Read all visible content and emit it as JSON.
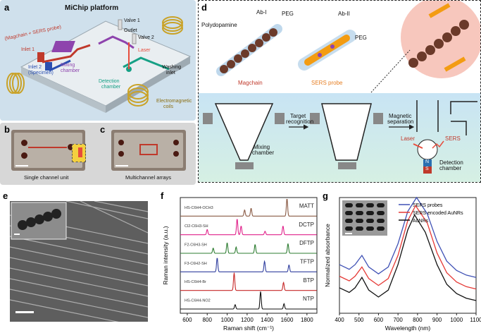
{
  "panel_letters": {
    "a": "a",
    "b": "b",
    "c": "c",
    "d": "d",
    "e": "e",
    "f": "f",
    "g": "g"
  },
  "panel_a": {
    "title": "MiChip platform",
    "labels": {
      "inlet1": "Inlet 1",
      "inlet1_sub": "(Magchain + SERS probe)",
      "inlet2": "Inlet 2",
      "inlet2_sub": "(Specimen)",
      "mixing": "Mixing",
      "chamber": "chamber",
      "valve1": "Valve 1",
      "valve2": "Valve 2",
      "outlet": "Outlet",
      "laser": "Laser",
      "washing": "Washing",
      "inlet": "inlet",
      "detection": "Detection",
      "detection_chamber": "chamber",
      "electromagnetic": "Electromagnetic",
      "coils": "coils"
    }
  },
  "panel_b": {
    "caption": "Single channel unit"
  },
  "panel_c": {
    "caption": "Multichannel arrays"
  },
  "panel_d": {
    "labels": {
      "polydopamine": "Polydopamine",
      "ab1": "Ab-I",
      "peg1": "PEG",
      "ab2": "Ab-II",
      "peg2": "PEG",
      "magchain": "Magchain",
      "sers_probe": "SERS probe",
      "target_recognition_1": "Target",
      "target_recognition_2": "recognition",
      "magnetic_separation_1": "Magnetic",
      "magnetic_separation_2": "separation",
      "mixing_chamber_1": "Mixing",
      "mixing_chamber_2": "chamber",
      "laser": "Laser",
      "sers": "SERS",
      "detection_chamber_1": "Detection",
      "detection_chamber_2": "chamber",
      "magnet_n": "N",
      "magnet_s": "S"
    }
  },
  "colors": {
    "magchain": "#c0392b",
    "sers": "#e67e22",
    "mixing": "#8e44ad",
    "detection": "#16a085",
    "inlet": "#c0392b",
    "laser": "#e74c3c",
    "coil": "#c9a227"
  },
  "chart_data": [
    {
      "type": "line",
      "id": "f",
      "title": "",
      "xlabel": "Raman shift (cm⁻¹)",
      "ylabel": "Raman intensity (a.u.)",
      "xlim": [
        530,
        1900
      ],
      "x_ticks": [
        600,
        800,
        1000,
        1200,
        1400,
        1600,
        1800
      ],
      "y_ticks_visible": false,
      "series": [
        {
          "name": "MATT",
          "color": "#8a5a44",
          "peaks": [
            [
              1175,
              0.35
            ],
            [
              1240,
              0.45
            ],
            [
              1600,
              1.0
            ]
          ],
          "molecule": "HS-C6H4-OCH3"
        },
        {
          "name": "DCTP",
          "color": "#e0218a",
          "peaks": [
            [
              800,
              0.3
            ],
            [
              1100,
              0.9
            ],
            [
              1140,
              0.5
            ],
            [
              1380,
              0.2
            ],
            [
              1560,
              0.5
            ]
          ],
          "molecule": "Cl2-C6H3-SH"
        },
        {
          "name": "DFTP",
          "color": "#2e7d32",
          "peaks": [
            [
              860,
              0.3
            ],
            [
              1000,
              0.6
            ],
            [
              1090,
              0.35
            ],
            [
              1280,
              0.5
            ],
            [
              1610,
              0.55
            ]
          ],
          "molecule": "F2-C6H3-SH"
        },
        {
          "name": "TFTP",
          "color": "#303f9f",
          "peaks": [
            [
              900,
              0.8
            ],
            [
              1375,
              0.6
            ],
            [
              1620,
              0.4
            ]
          ],
          "molecule": "F3-C6H2-SH"
        },
        {
          "name": "BTP",
          "color": "#c62828",
          "peaks": [
            [
              1070,
              1.0
            ],
            [
              1565,
              0.45
            ]
          ],
          "molecule": "HS-C6H4-Br"
        },
        {
          "name": "NTP",
          "color": "#111111",
          "peaks": [
            [
              1080,
              0.25
            ],
            [
              1335,
              1.0
            ],
            [
              1570,
              0.3
            ]
          ],
          "molecule": "HS-C6H4-NO2"
        }
      ]
    },
    {
      "type": "line",
      "id": "g",
      "title": "",
      "xlabel": "Wavelength (nm)",
      "ylabel": "Normalized absorbance",
      "xlim": [
        400,
        1100
      ],
      "x_ticks": [
        400,
        500,
        600,
        700,
        800,
        900,
        1000,
        1100
      ],
      "y_ticks_visible": false,
      "legend": "top-right",
      "series": [
        {
          "name": "SERS probes",
          "color": "#3f51b5",
          "points": [
            [
              400,
              0.42
            ],
            [
              450,
              0.38
            ],
            [
              480,
              0.42
            ],
            [
              515,
              0.5
            ],
            [
              550,
              0.4
            ],
            [
              600,
              0.34
            ],
            [
              650,
              0.4
            ],
            [
              700,
              0.6
            ],
            [
              750,
              0.88
            ],
            [
              795,
              1.0
            ],
            [
              850,
              0.86
            ],
            [
              900,
              0.62
            ],
            [
              950,
              0.45
            ],
            [
              1000,
              0.37
            ],
            [
              1050,
              0.33
            ],
            [
              1100,
              0.31
            ]
          ]
        },
        {
          "name": "SERS encoded AuNRs",
          "color": "#e53935",
          "points": [
            [
              400,
              0.32
            ],
            [
              450,
              0.28
            ],
            [
              480,
              0.32
            ],
            [
              515,
              0.4
            ],
            [
              550,
              0.3
            ],
            [
              600,
              0.24
            ],
            [
              650,
              0.3
            ],
            [
              700,
              0.5
            ],
            [
              750,
              0.8
            ],
            [
              790,
              0.93
            ],
            [
              850,
              0.78
            ],
            [
              900,
              0.52
            ],
            [
              950,
              0.35
            ],
            [
              1000,
              0.27
            ],
            [
              1050,
              0.23
            ],
            [
              1100,
              0.21
            ]
          ]
        },
        {
          "name": "AuNRs",
          "color": "#111111",
          "points": [
            [
              400,
              0.22
            ],
            [
              450,
              0.18
            ],
            [
              480,
              0.22
            ],
            [
              515,
              0.31
            ],
            [
              550,
              0.2
            ],
            [
              600,
              0.14
            ],
            [
              650,
              0.2
            ],
            [
              700,
              0.42
            ],
            [
              750,
              0.72
            ],
            [
              785,
              0.85
            ],
            [
              840,
              0.7
            ],
            [
              900,
              0.42
            ],
            [
              950,
              0.25
            ],
            [
              1000,
              0.17
            ],
            [
              1050,
              0.13
            ],
            [
              1100,
              0.11
            ]
          ]
        }
      ]
    }
  ]
}
